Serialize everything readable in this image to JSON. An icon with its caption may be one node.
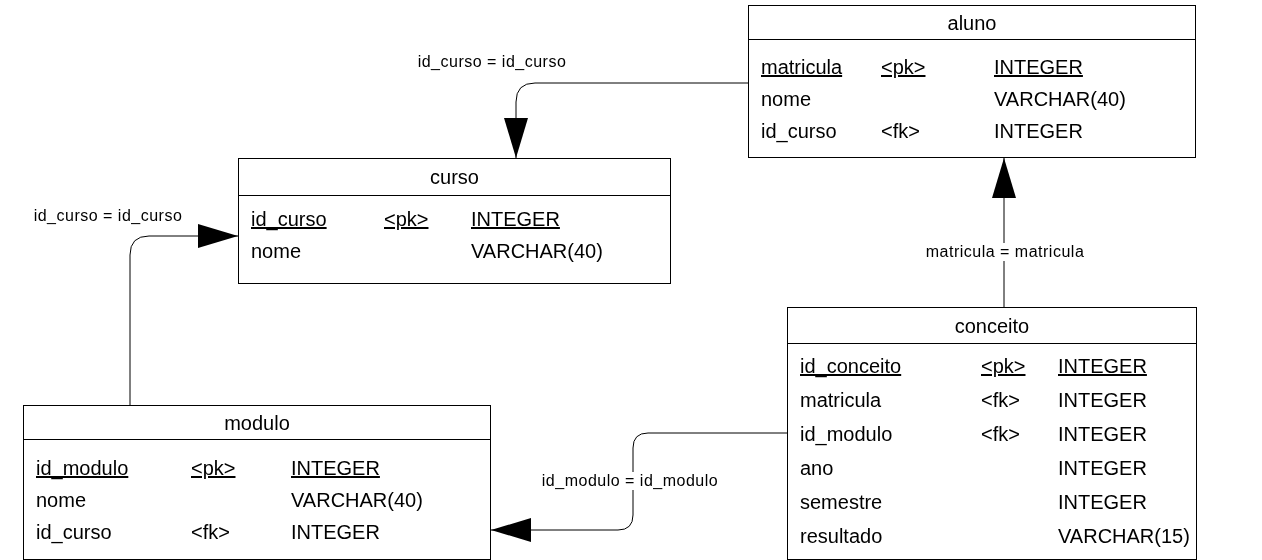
{
  "diagram": {
    "nodes": [
      {
        "text": [
          "aluno",
          "matricula",
          "<pk>",
          "INTEGER",
          "nome",
          "VARCHAR(40)",
          "id_curso",
          "<fk>",
          "INTEGER"
        ]
      },
      {
        "text": [
          "curso",
          "id_curso",
          "<pk>",
          "INTEGER",
          "nome",
          "VARCHAR(40)"
        ]
      },
      {
        "text": [
          "conceito",
          "id_conceito",
          "<pk>",
          "INTEGER",
          "matricula",
          "<fk>",
          "INTEGER",
          "id_modulo",
          "<fk>",
          "INTEGER",
          "ano",
          "INTEGER",
          "semestre",
          "INTEGER",
          "resultado",
          "VARCHAR(15)"
        ]
      },
      {
        "text": [
          "modulo",
          "id_modulo",
          "<pk>",
          "INTEGER",
          "nome",
          "VARCHAR(40)",
          "id_curso",
          "<fk>",
          "INTEGER"
        ]
      }
    ],
    "edges": [
      {
        "from": 0,
        "to": 1,
        "arrow": "to",
        "label": "id_curso = id_curso"
      },
      {
        "from": 3,
        "to": 1,
        "arrow": "to",
        "label": "id_curso = id_curso"
      },
      {
        "from": 2,
        "to": 0,
        "arrow": "to",
        "label": "matricula = matricula"
      },
      {
        "from": 2,
        "to": 3,
        "arrow": "to",
        "label": "id_modulo = id_modulo"
      }
    ]
  }
}
